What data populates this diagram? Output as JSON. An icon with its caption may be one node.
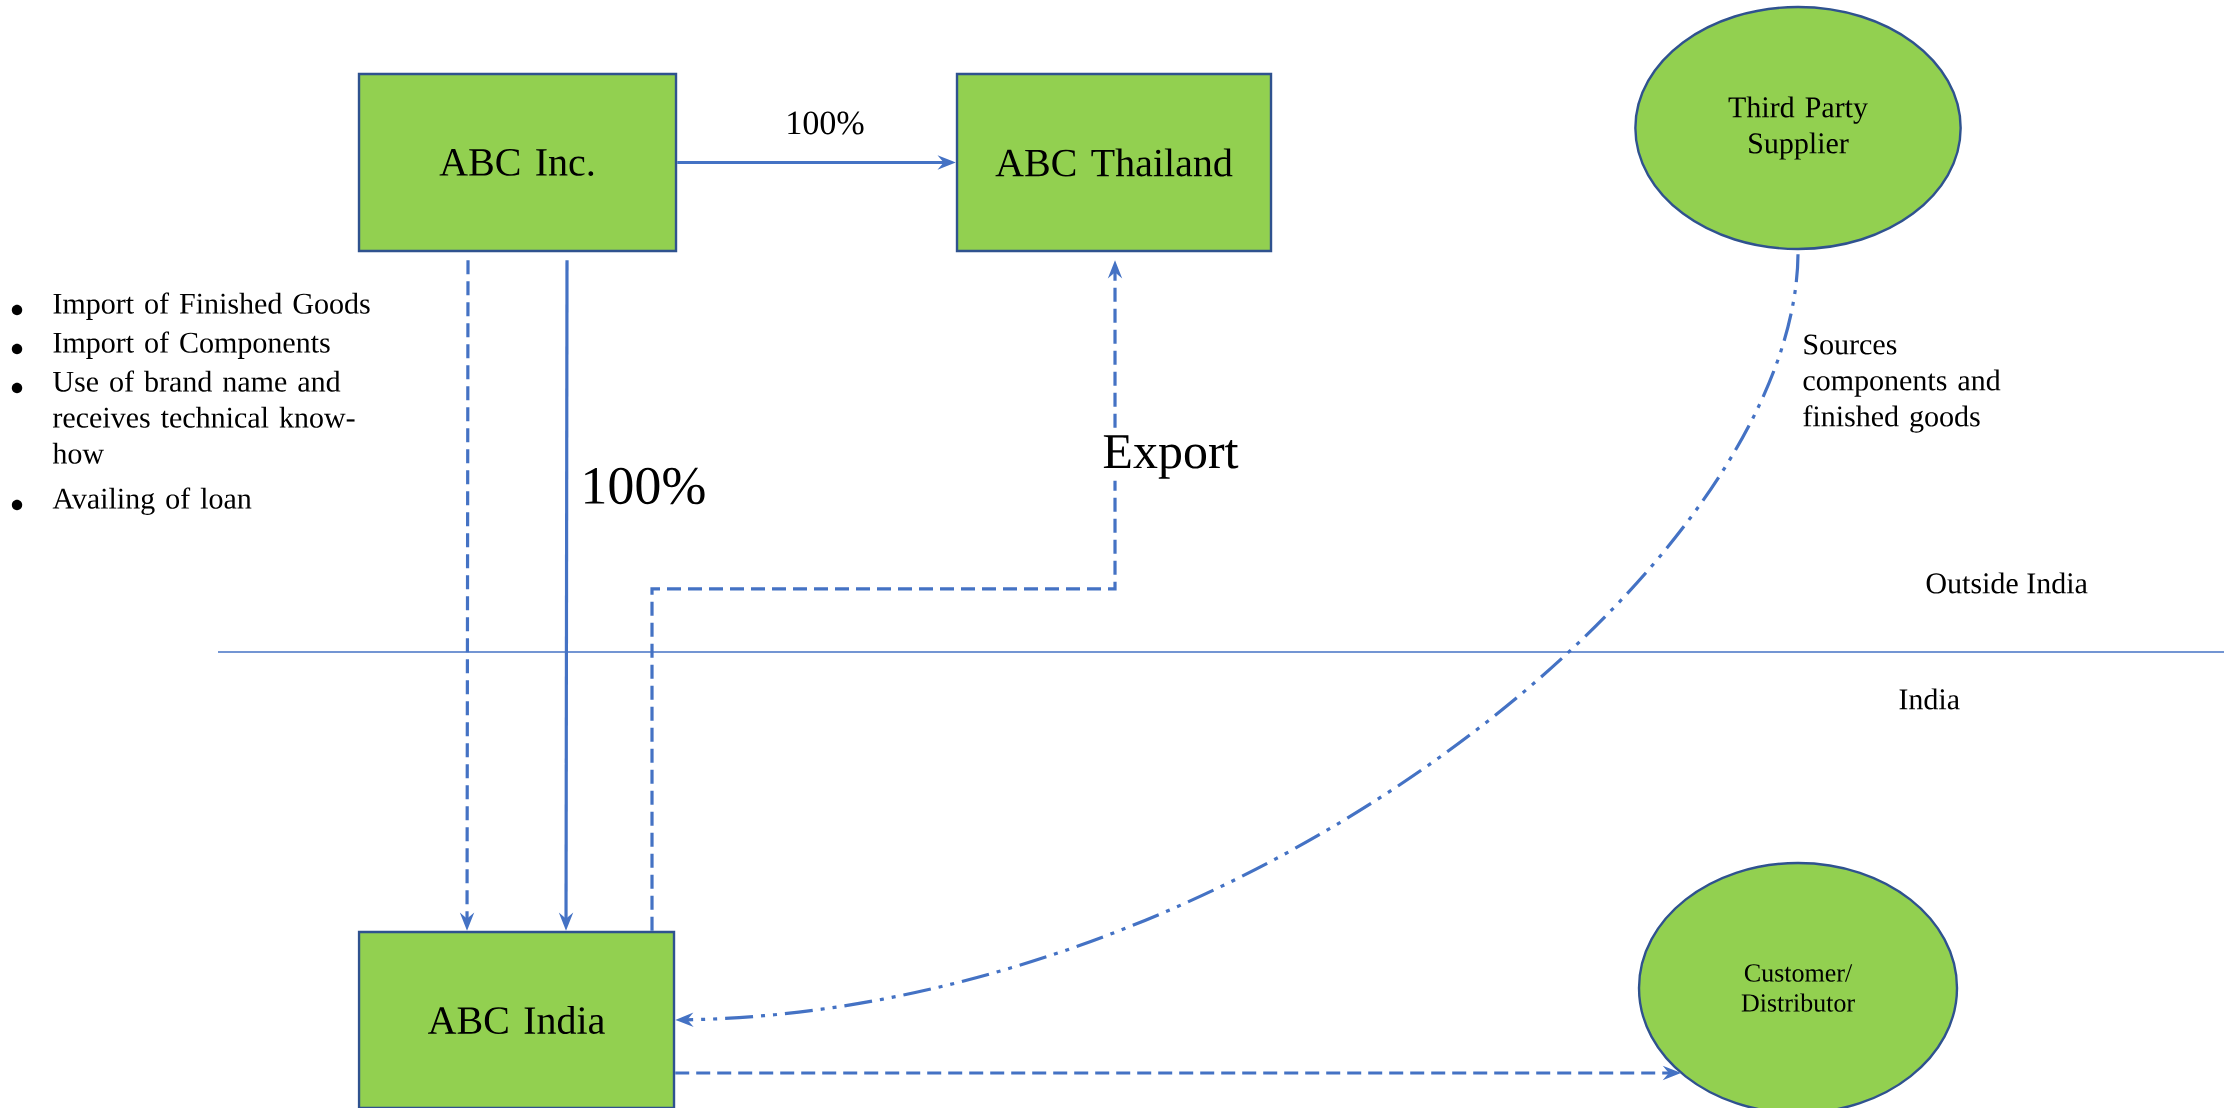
{
  "diagram": {
    "nodes": [
      {
        "text": [
          "ABC Inc."
        ]
      },
      {
        "text": [
          "ABC Thailand"
        ]
      },
      {
        "text": [
          "ABC India"
        ]
      },
      {
        "text": [
          "Third Party Supplier"
        ]
      },
      {
        "text": [
          "Customer/ Distributor"
        ]
      }
    ],
    "edges": [
      {
        "from": 0,
        "to": 1,
        "arrow": "to",
        "label": "100%"
      },
      {
        "from": 0,
        "to": 2,
        "arrow": "to",
        "style": "dashed"
      },
      {
        "from": 0,
        "to": 2,
        "arrow": "to",
        "label": "100%"
      },
      {
        "from": 2,
        "to": 1,
        "arrow": "to",
        "style": "dashed",
        "label": "Export"
      },
      {
        "from": 3,
        "to": 2,
        "arrow": "to",
        "style": "dashed",
        "label": "Sources components and finished goods"
      },
      {
        "from": 2,
        "to": 4,
        "arrow": "to",
        "style": "dashed"
      }
    ],
    "labels": [
      "Import of Finished Goods",
      "Import of Components",
      "Use of brand name and receives technical know-how",
      "Availing of loan",
      "Outside India",
      "India"
    ]
  }
}
